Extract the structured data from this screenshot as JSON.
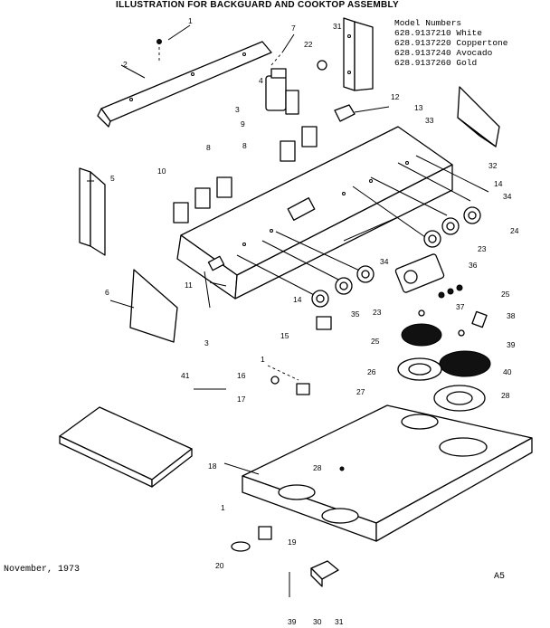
{
  "title": "ILLUSTRATION FOR BACKGUARD AND COOKTOP ASSEMBLY",
  "model_numbers": {
    "heading": "Model Numbers",
    "items": [
      "628.9137210 White",
      "628.9137220 Coppertone",
      "628.9137240 Avocado",
      "628.9137260 Gold"
    ]
  },
  "footer": {
    "date": "November, 1973",
    "page": "A5"
  },
  "callouts": [
    "1",
    "2",
    "7",
    "22",
    "31",
    "4",
    "3",
    "12",
    "13",
    "33",
    "9",
    "8",
    "32",
    "10",
    "8",
    "14",
    "34",
    "5",
    "24",
    "23",
    "11",
    "34",
    "36",
    "6",
    "14",
    "37",
    "35",
    "23",
    "15",
    "25",
    "38",
    "3",
    "25",
    "39",
    "26",
    "1",
    "16",
    "27",
    "40",
    "17",
    "41",
    "28",
    "18",
    "28",
    "1",
    "19",
    "20",
    "39",
    "30",
    "31"
  ]
}
